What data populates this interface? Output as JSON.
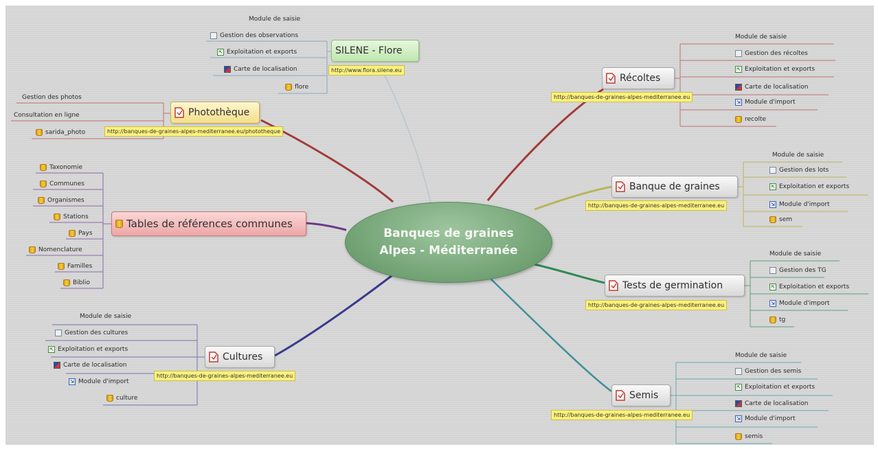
{
  "central": {
    "line1": "Banques de graines",
    "line2": "Alpes - Méditerranée"
  },
  "silene": {
    "title": "SILENE - Flore",
    "url": "http://www.flora.silene.eu",
    "header": "Module de saisie",
    "items": [
      {
        "label": "Gestion des observations",
        "icon": "form-icon"
      },
      {
        "label": "Exploitation et exports",
        "icon": "export-icon"
      },
      {
        "label": "Carte de localisation",
        "icon": "map-icon"
      },
      {
        "label": "flore",
        "icon": "database-icon"
      }
    ]
  },
  "phototheque": {
    "title": "Photothèque",
    "url": "http://banques-de-graines-alpes-mediterranee.eu/phototheque",
    "items": [
      {
        "label": "Gestion des photos",
        "icon": ""
      },
      {
        "label": "Consultation en ligne",
        "icon": ""
      },
      {
        "label": "sarida_photo",
        "icon": "database-icon"
      }
    ]
  },
  "tables": {
    "title": "Tables de références communes",
    "items": [
      {
        "label": "Taxonomie",
        "icon": "database-icon"
      },
      {
        "label": "Communes",
        "icon": "database-icon"
      },
      {
        "label": "Organismes",
        "icon": "database-icon"
      },
      {
        "label": "Stations",
        "icon": "database-icon"
      },
      {
        "label": "Pays",
        "icon": "database-icon"
      },
      {
        "label": "Nomenclature",
        "icon": "database-icon"
      },
      {
        "label": "Familles",
        "icon": "database-icon"
      },
      {
        "label": "Biblio",
        "icon": "database-icon"
      }
    ]
  },
  "cultures": {
    "title": "Cultures",
    "url": "http://banques-de-graines-alpes-mediterranee.eu",
    "header": "Module de saisie",
    "items": [
      {
        "label": "Gestion des cultures",
        "icon": "form-icon"
      },
      {
        "label": "Exploitation et exports",
        "icon": "export-icon"
      },
      {
        "label": "Carte de localisation",
        "icon": "map-icon"
      },
      {
        "label": "Module d'import",
        "icon": "import-icon"
      },
      {
        "label": "culture",
        "icon": "database-icon"
      }
    ]
  },
  "recoltes": {
    "title": "Récoltes",
    "url": "http://banques-de-graines-alpes-mediterranee.eu",
    "header": "Module de saisie",
    "items": [
      {
        "label": "Gestion des récoltes",
        "icon": "form-icon"
      },
      {
        "label": "Exploitation et exports",
        "icon": "export-icon"
      },
      {
        "label": "Carte de localisation",
        "icon": "map-icon"
      },
      {
        "label": "Module d'import",
        "icon": "import-icon"
      },
      {
        "label": "recolte",
        "icon": "database-icon"
      }
    ]
  },
  "banque": {
    "title": "Banque de graines",
    "url": "http://banques-de-graines-alpes-mediterranee.eu",
    "header": "Module de saisie",
    "items": [
      {
        "label": "Gestion des lots",
        "icon": "form-icon"
      },
      {
        "label": "Exploitation et exports",
        "icon": "export-icon"
      },
      {
        "label": "Module d'import",
        "icon": "import-icon"
      },
      {
        "label": "sem",
        "icon": "database-icon"
      }
    ]
  },
  "tests": {
    "title": "Tests de germination",
    "url": "http://banques-de-graines-alpes-mediterranee.eu",
    "header": "Module de saisie",
    "items": [
      {
        "label": "Gestion des TG",
        "icon": "form-icon"
      },
      {
        "label": "Exploitation et exports",
        "icon": "export-icon"
      },
      {
        "label": "Module d'import",
        "icon": "import-icon"
      },
      {
        "label": "tg",
        "icon": "database-icon"
      }
    ]
  },
  "semis": {
    "title": "Semis",
    "url": "http://banques-de-graines-alpes-mediterranee.eu",
    "header": "Module de saisie",
    "items": [
      {
        "label": "Gestion des semis",
        "icon": "form-icon"
      },
      {
        "label": "Exploitation et exports",
        "icon": "export-icon"
      },
      {
        "label": "Carte de localisation",
        "icon": "map-icon"
      },
      {
        "label": "Module d'import",
        "icon": "import-icon"
      },
      {
        "label": "semis",
        "icon": "database-icon"
      }
    ]
  },
  "colors": {
    "central": "#7aa97c",
    "branch_silene": "#b9c6d0",
    "branch_phototheque": "#a23a3a",
    "branch_tables": "#6a3a8a",
    "branch_cultures": "#3a3a90",
    "branch_recoltes": "#a23a3a",
    "branch_banque": "#b8b55a",
    "branch_tests": "#2f8a55",
    "branch_semis": "#3f8f9a",
    "url_highlight": "#fbf17d"
  }
}
